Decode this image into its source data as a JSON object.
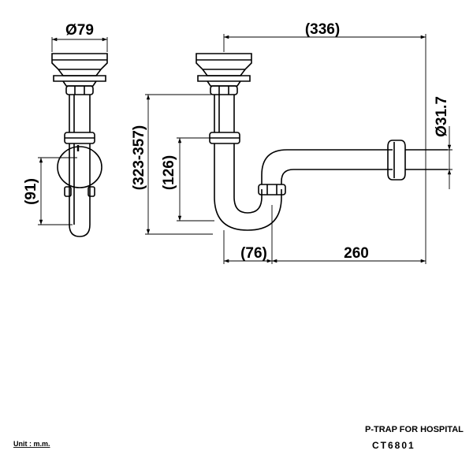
{
  "dimensions": {
    "top_diameter": "Ø79",
    "total_width": "(336)",
    "outlet_diameter": "Ø31.7",
    "side_height": "(91)",
    "total_height": "(323-357)",
    "trap_height": "(126)",
    "trap_offset": "(76)",
    "horizontal_length": "260"
  },
  "title": {
    "product_name": "P-TRAP FOR HOSPITAL",
    "model": "CT6801"
  },
  "unit_note": "Unit : m.m."
}
